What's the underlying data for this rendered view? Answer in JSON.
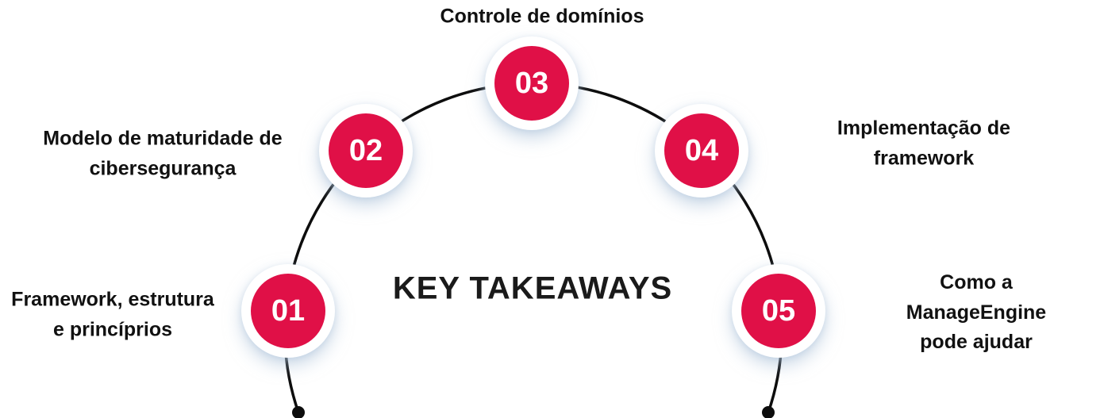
{
  "title": "KEY TAKEAWAYS",
  "theme": {
    "accent_red": "#e01047",
    "arc_line_color": "#0d0d0d",
    "label_text_color": "#111111",
    "node_number_color": "#ffffff",
    "background": "#ffffff"
  },
  "diagram": {
    "type": "semicircle-step-infographic",
    "items": [
      {
        "number": "01",
        "label": "Framework, estrutura\ne princíprios"
      },
      {
        "number": "02",
        "label": "Modelo de maturidade de\ncibersegurança"
      },
      {
        "number": "03",
        "label": "Controle de domínios"
      },
      {
        "number": "04",
        "label": "Implementação de framework"
      },
      {
        "number": "05",
        "label": "Como a ManageEngine\npode ajudar"
      }
    ]
  }
}
